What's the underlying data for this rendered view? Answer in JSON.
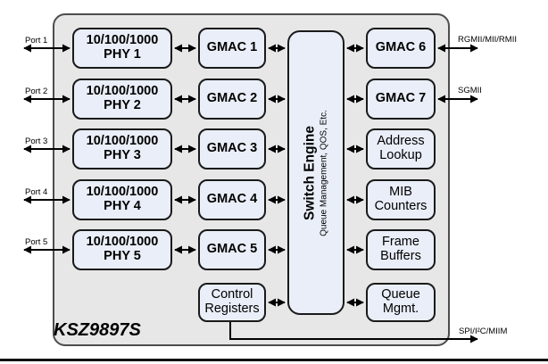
{
  "diagram": {
    "chip_name": "KSZ9897S",
    "ports": [
      {
        "label": "Port 1"
      },
      {
        "label": "Port 2"
      },
      {
        "label": "Port 3"
      },
      {
        "label": "Port 4"
      },
      {
        "label": "Port 5"
      }
    ],
    "phy_blocks": [
      {
        "line1": "10/100/1000",
        "line2": "PHY 1"
      },
      {
        "line1": "10/100/1000",
        "line2": "PHY 2"
      },
      {
        "line1": "10/100/1000",
        "line2": "PHY 3"
      },
      {
        "line1": "10/100/1000",
        "line2": "PHY 4"
      },
      {
        "line1": "10/100/1000",
        "line2": "PHY 5"
      }
    ],
    "gmac_blocks": [
      {
        "label": "GMAC 1"
      },
      {
        "label": "GMAC 2"
      },
      {
        "label": "GMAC 3"
      },
      {
        "label": "GMAC 4"
      },
      {
        "label": "GMAC 5"
      }
    ],
    "control_registers": {
      "line1": "Control",
      "line2": "Registers"
    },
    "switch_engine": {
      "title": "Switch Engine",
      "subtitle": "Queue Management, QOS, Etc."
    },
    "right_blocks": {
      "gmac6": {
        "label": "GMAC 6"
      },
      "gmac7": {
        "label": "GMAC 7"
      },
      "address_lookup": {
        "line1": "Address",
        "line2": "Lookup"
      },
      "mib_counters": {
        "line1": "MIB",
        "line2": "Counters"
      },
      "frame_buffers": {
        "line1": "Frame",
        "line2": "Buffers"
      },
      "queue_mgmt": {
        "line1": "Queue",
        "line2": "Mgmt."
      }
    },
    "interface_labels": {
      "gmac6": "RGMII/MII/RMII",
      "gmac7": "SGMII",
      "control": "SPI/I²C/MIIM"
    },
    "colors": {
      "block_fill": "#e9eef8",
      "block_border": "#1a1a1a",
      "container_fill": "#e7e7e7",
      "container_border": "#4d4d4d",
      "arrow": "#000000"
    }
  }
}
